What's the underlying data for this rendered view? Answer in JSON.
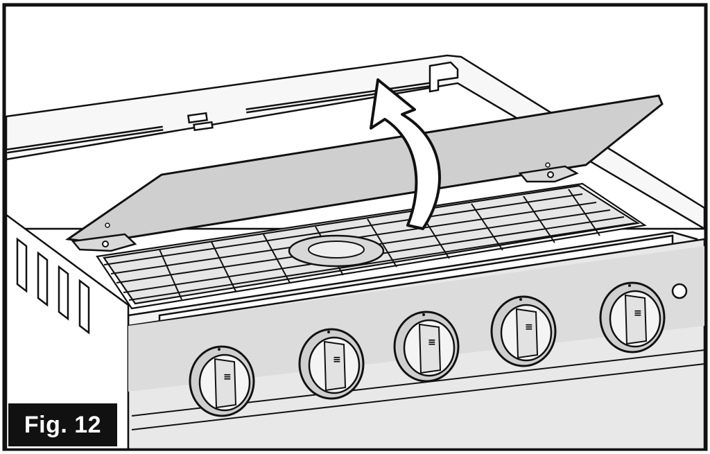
{
  "figure": {
    "label": "Fig. 12",
    "knobs": [
      {
        "id": 1,
        "marker": "≡"
      },
      {
        "id": 2,
        "marker": "≡"
      },
      {
        "id": 3,
        "marker": "≡"
      },
      {
        "id": 4,
        "marker": "≡"
      },
      {
        "id": 5,
        "marker": "≡"
      }
    ],
    "colors": {
      "outline": "#111111",
      "panel": "#e8e8e8",
      "lid": "#cfcfcf",
      "shadow": "#d4d4d4",
      "label_bg": "#111111",
      "label_text": "#ffffff"
    }
  }
}
